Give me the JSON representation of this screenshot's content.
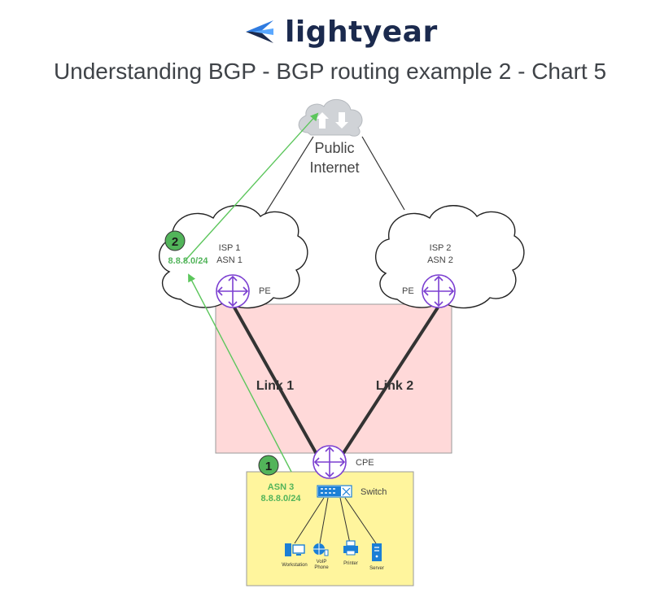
{
  "brand": {
    "name": "lightyear"
  },
  "title": "Understanding BGP - BGP routing example 2 - Chart 5",
  "internet": {
    "line1": "Public",
    "line2": "Internet"
  },
  "isp1": {
    "name": "ISP 1",
    "asn": "ASN 1",
    "router_label": "PE"
  },
  "isp2": {
    "name": "ISP 2",
    "asn": "ASN 2",
    "router_label": "PE"
  },
  "links": {
    "link1": "Link 1",
    "link2": "Link 2"
  },
  "cpe": {
    "label": "CPE"
  },
  "switch": {
    "label": "Switch"
  },
  "customer": {
    "asn": "ASN 3",
    "prefix": "8.8.8.0/24"
  },
  "steps": [
    {
      "number": "1"
    },
    {
      "number": "2",
      "prefix": "8.8.8.0/24"
    }
  ],
  "devices": [
    {
      "label": "Workstation"
    },
    {
      "label_line1": "VoIP",
      "label_line2": "Phone"
    },
    {
      "label": "Printer"
    },
    {
      "label": "Server"
    }
  ],
  "colors": {
    "brand": "#1b2a4e",
    "brand_accent": "#2f7be0",
    "router": "#7b3fd1",
    "path": "#5cc65c",
    "step_badge": "#52b45a",
    "core_zone": "#ffd9d9",
    "customer_zone": "#fff59d",
    "device_blue": "#1b7fd6"
  }
}
